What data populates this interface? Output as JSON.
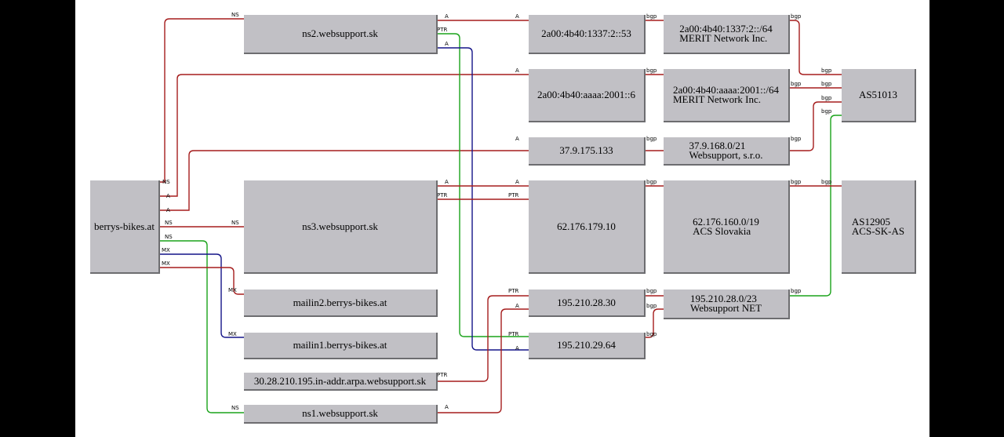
{
  "colors": {
    "red": "#a51d1d",
    "blue": "#141488",
    "green": "#1aa31a",
    "node_fill": "#c1c0c5"
  },
  "nodes": {
    "domain": "berrys-bikes.at",
    "ns2": "ns2.websupport.sk",
    "ns3": "ns3.websupport.sk",
    "ns1": "ns1.websupport.sk",
    "mailin2": "mailin2.berrys-bikes.at",
    "mailin1": "mailin1.berrys-bikes.at",
    "ptrname": "30.28.210.195.in-addr.arpa.websupport.sk",
    "ip6_53": "2a00:4b40:1337:2::53",
    "ip6_6": "2a00:4b40:aaaa:2001::6",
    "ip_37": "37.9.175.133",
    "ip_62": "62.176.179.10",
    "ip_19530": "195.210.28.30",
    "ip_19564": "195.210.29.64",
    "pfx_1337": [
      "2a00:4b40:1337:2::/64",
      "MERIT Network Inc."
    ],
    "pfx_aaaa": [
      "2a00:4b40:aaaa:2001::/64",
      "MERIT Network Inc."
    ],
    "pfx_379": [
      "37.9.168.0/21",
      "Websupport, s.r.o."
    ],
    "pfx_62": [
      "62.176.160.0/19",
      "ACS Slovakia"
    ],
    "pfx_195": [
      "195.210.28.0/23",
      "Websupport NET"
    ],
    "as51013": "AS51013",
    "as12905": [
      "AS12905",
      "ACS-SK-AS"
    ]
  },
  "edge_labels": {
    "ns": "NS",
    "a": "A",
    "mx": "MX",
    "ptr": "PTR",
    "bgp": "bgp"
  }
}
